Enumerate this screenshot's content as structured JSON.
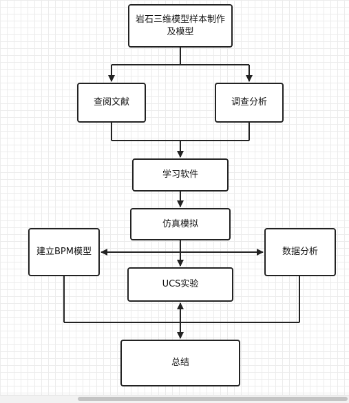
{
  "diagram": {
    "nodes": {
      "start": "岩石三维模型样本制作及模型",
      "literature": "查阅文献",
      "survey": "调查分析",
      "learn_software": "学习软件",
      "simulation": "仿真模拟",
      "bpm_model": "建立BPM模型",
      "data_analysis": "数据分析",
      "ucs_experiment": "UCS实验",
      "summary": "总结"
    }
  }
}
